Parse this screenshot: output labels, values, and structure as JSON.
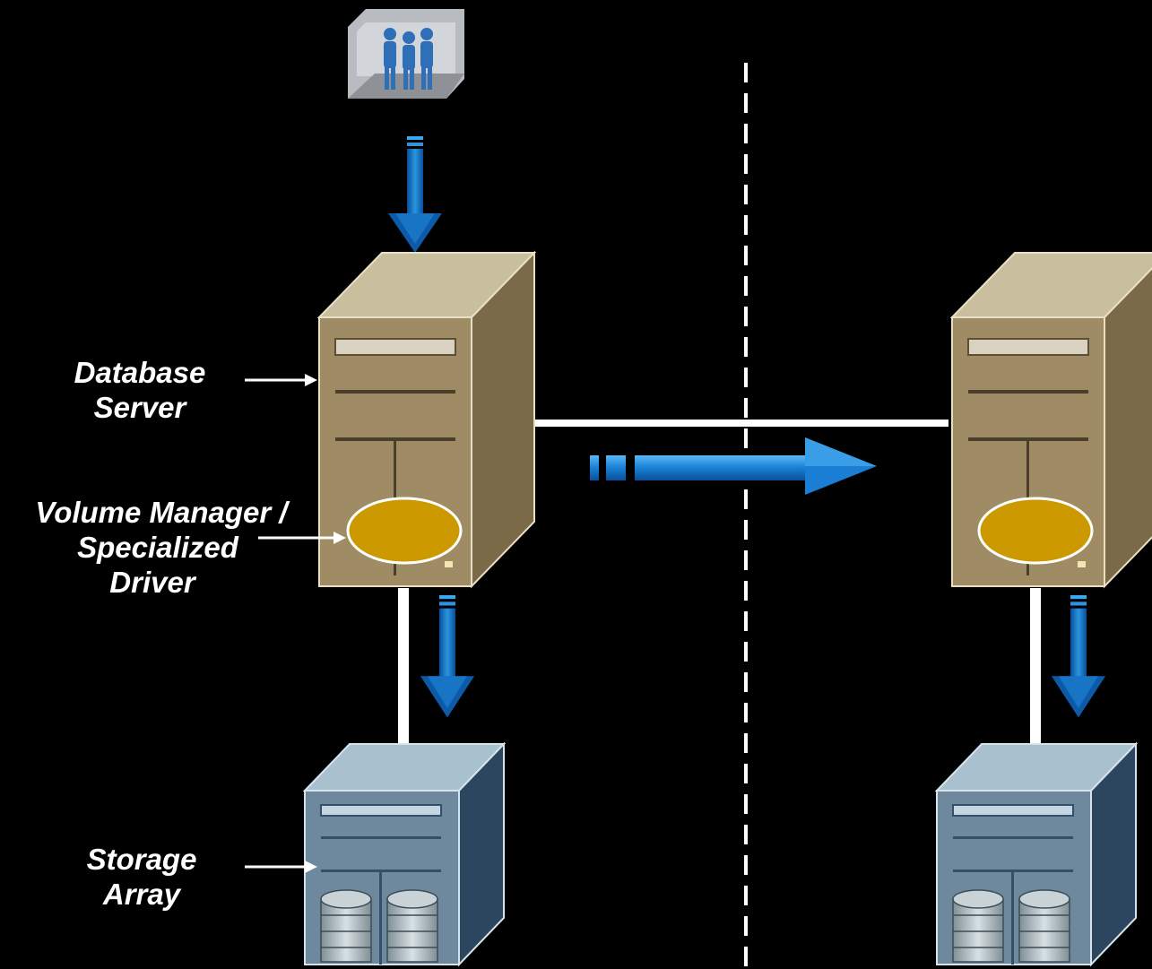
{
  "labels": {
    "database_server": [
      "Database",
      "Server"
    ],
    "volume_manager": [
      "Volume Manager /",
      "Specialized",
      "Driver"
    ],
    "storage_array": [
      "Storage",
      "Array"
    ]
  },
  "icons": {
    "users": "users-icon",
    "primary_server": "database-server-icon",
    "secondary_server": "remote-server-icon",
    "primary_storage": "storage-array-icon",
    "secondary_storage": "remote-storage-array-icon",
    "driver": "volume-manager-driver-icon"
  },
  "colors": {
    "background": "#000000",
    "server_front": "#a08c64",
    "server_side": "#7a6a48",
    "server_top": "#c9bf9f",
    "driver_fill": "#cc9900",
    "storage_front": "#6e889e",
    "storage_side": "#2c4660",
    "storage_top": "#a9c0cf",
    "arrow_blue": "#1a7fd4",
    "line_white": "#ffffff"
  }
}
